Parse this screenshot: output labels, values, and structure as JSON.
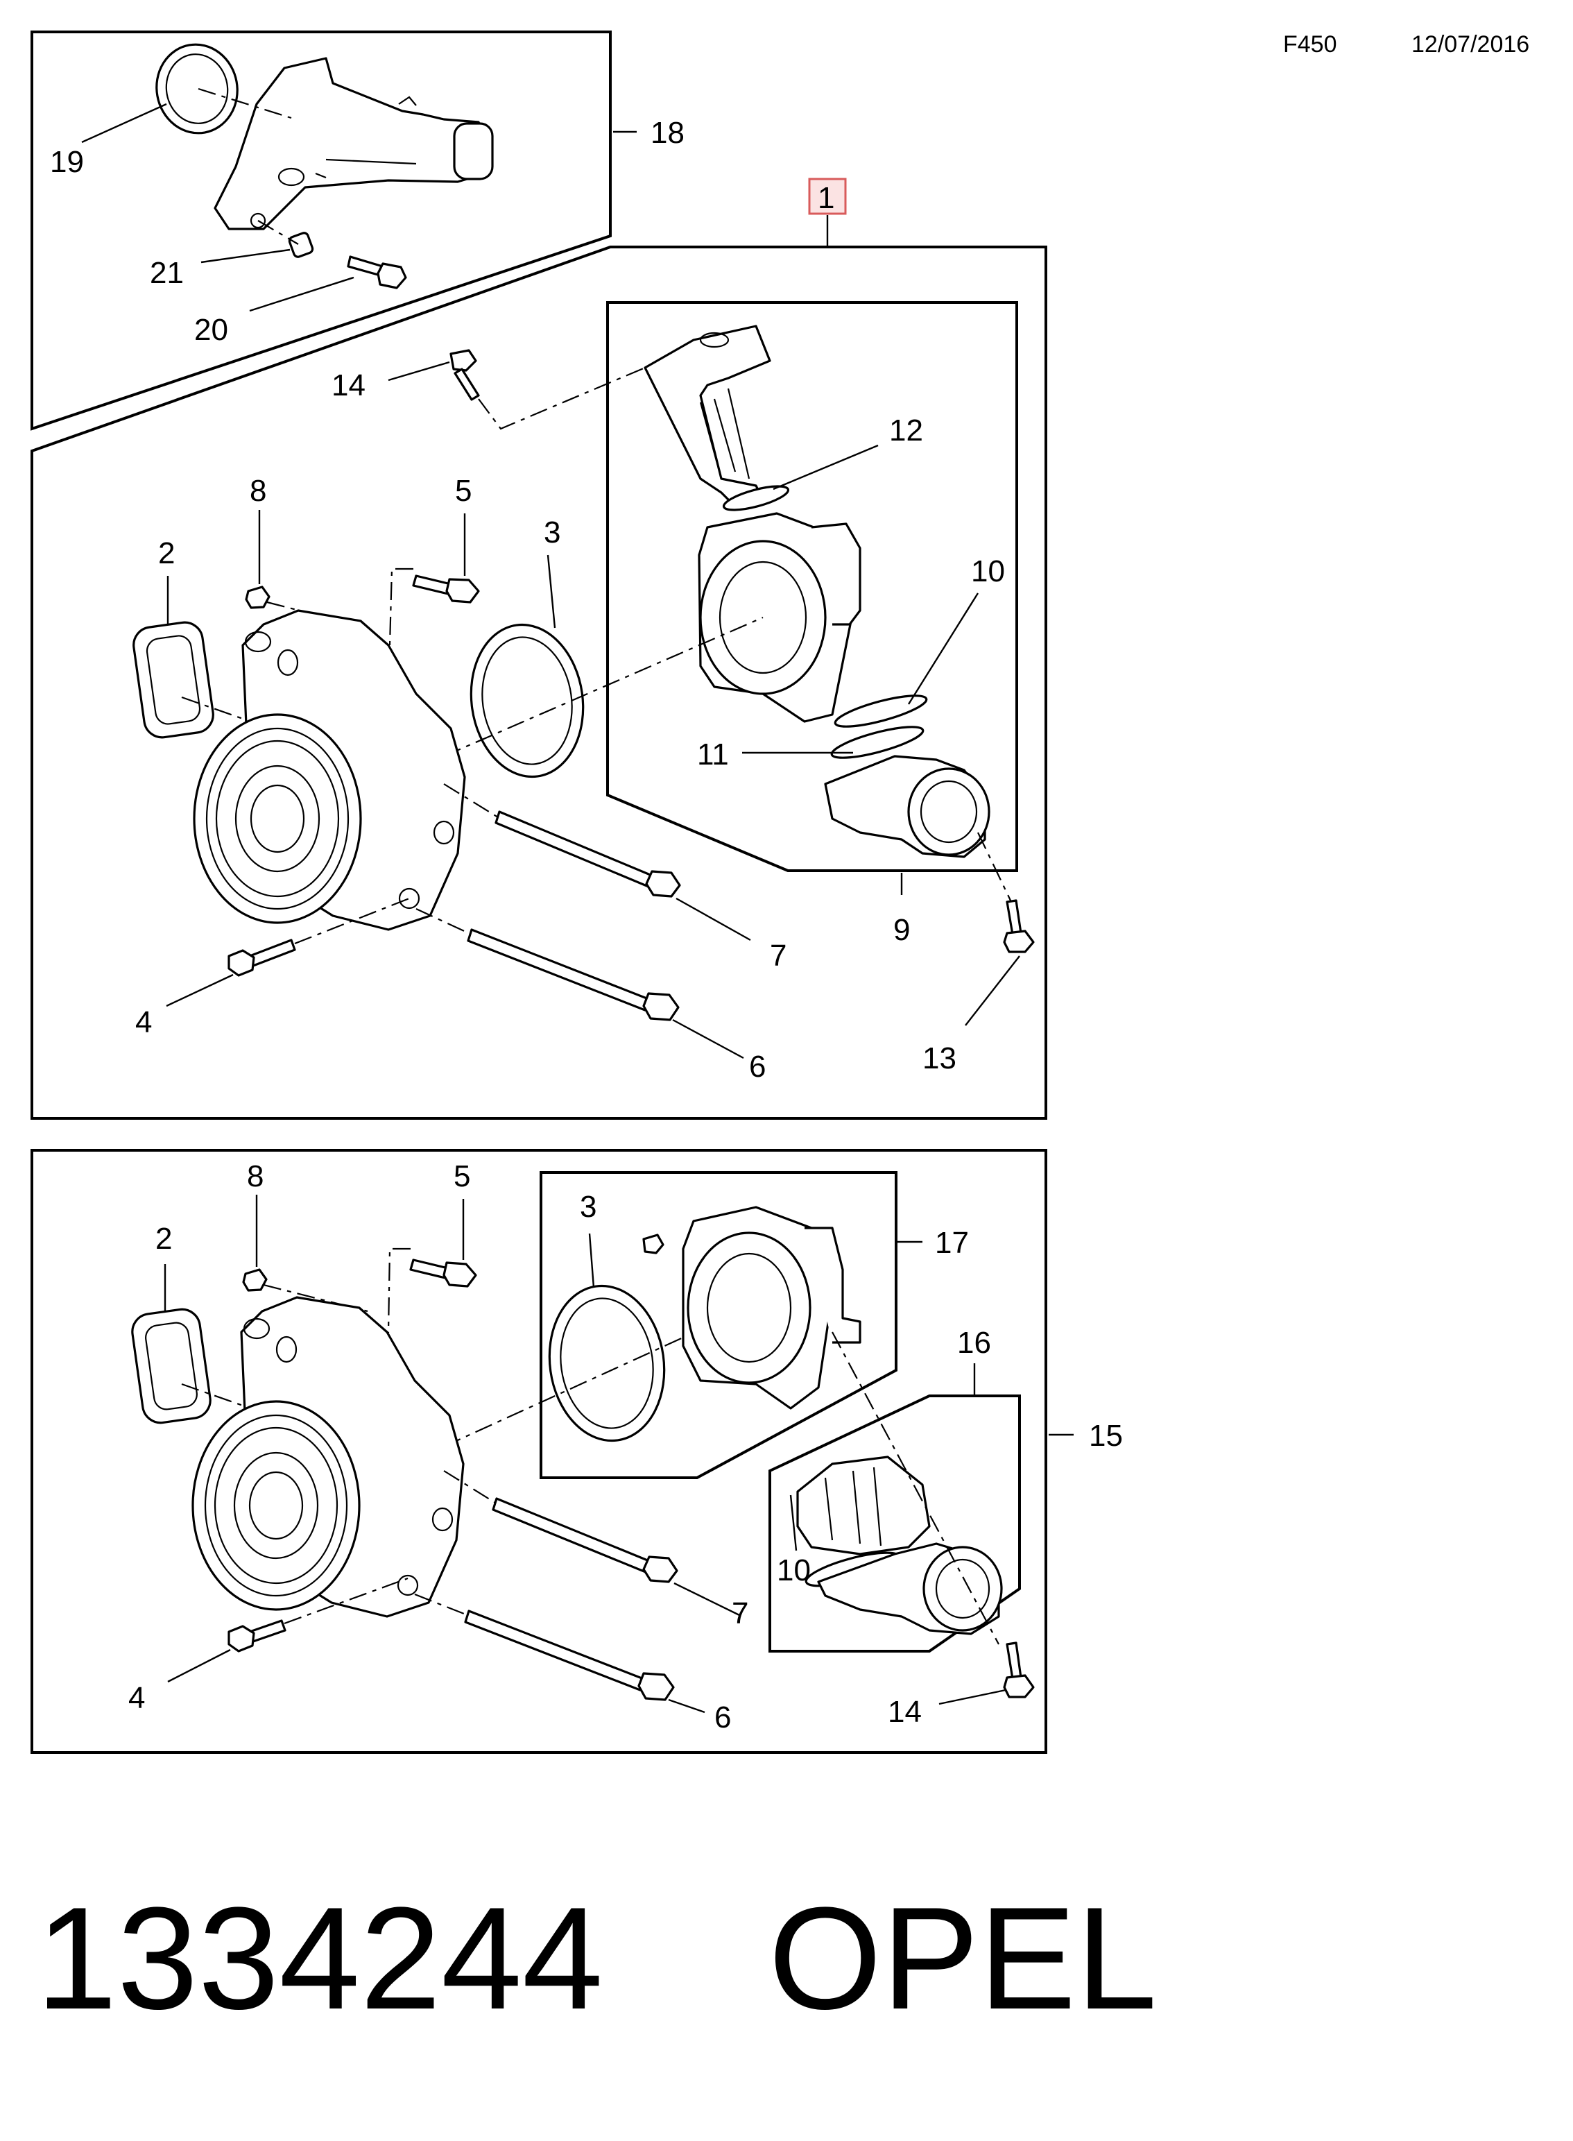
{
  "header": {
    "code": "F450",
    "date": "12/07/2016"
  },
  "footer": {
    "part_number": "1334244",
    "brand": "OPEL"
  },
  "callouts": {
    "panel_top": {
      "c19": "19",
      "c18": "18",
      "c21": "21",
      "c20": "20"
    },
    "panel_main": {
      "c1": "1",
      "c14": "14",
      "c12": "12",
      "c8": "8",
      "c5": "5",
      "c3": "3",
      "c2": "2",
      "c10": "10",
      "c11": "11",
      "c7": "7",
      "c9": "9",
      "c4": "4",
      "c6": "6",
      "c13": "13"
    },
    "panel_bottom": {
      "c8": "8",
      "c5": "5",
      "c3": "3",
      "c2": "2",
      "c17": "17",
      "c16": "16",
      "c15": "15",
      "c10": "10",
      "c7": "7",
      "c4": "4",
      "c6": "6",
      "c14": "14"
    }
  },
  "colors": {
    "line": "#000000",
    "highlight_fill": "#fbe3e3",
    "highlight_stroke": "#d85b5b"
  }
}
